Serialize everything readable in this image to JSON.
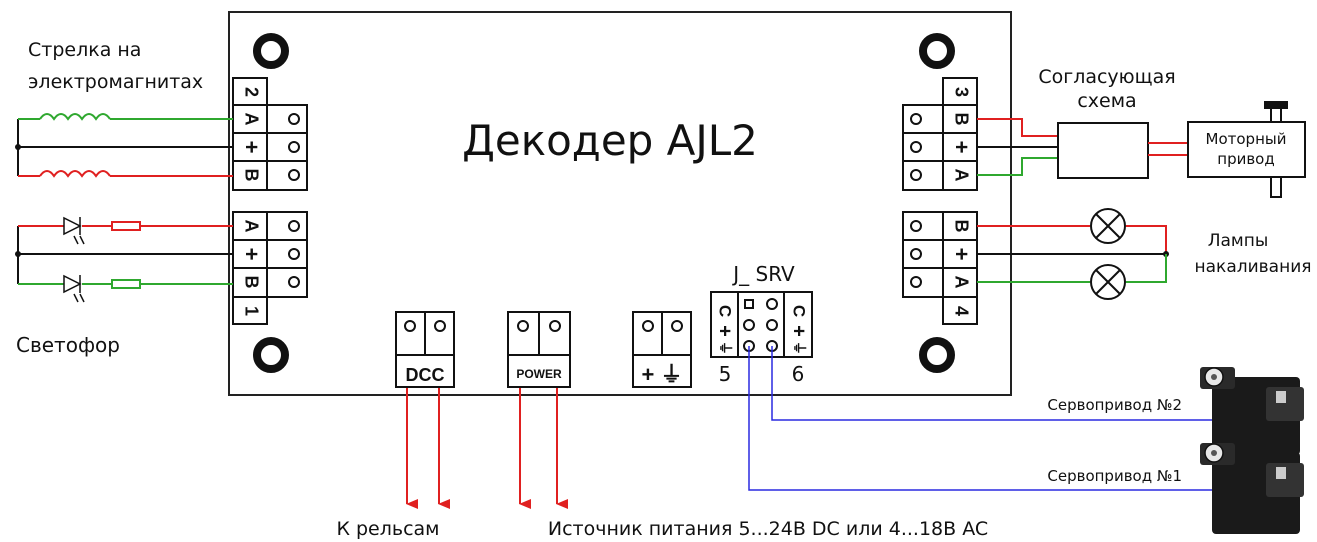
{
  "board": {
    "title": "Декодер AJL2",
    "left_upper_labels": [
      "2",
      "A",
      "+",
      "B"
    ],
    "left_lower_labels": [
      "A",
      "+",
      "B",
      "1"
    ],
    "right_upper_labels": [
      "3",
      "B",
      "+",
      "A"
    ],
    "right_lower_labels": [
      "B",
      "+",
      "A",
      "4"
    ],
    "jsrv_title": "J_ SRV",
    "jsrv_left_num": "5",
    "jsrv_right_num": "6",
    "dcc_label": "DCC",
    "power_label": "POWER",
    "ground_label": "+ ⏚"
  },
  "labels": {
    "point_magnet": "Стрелка на",
    "point_magnet_2": "электромагнитах",
    "traffic_light": "Светофор",
    "matching_circuit": "Согласующая",
    "matching_circuit_2": "схема",
    "motor_drive": "Моторный",
    "motor_drive_2": "привод",
    "lamps": "Лампы",
    "lamps_2": "накаливания",
    "servo2": "Сервопривод №2",
    "servo1": "Сервопривод №1",
    "to_rails": "К рельсам",
    "power_source": "Источник питания 5...24В DC  или  4...18В AC"
  },
  "colors": {
    "red": "#e02020",
    "green": "#2fa82f",
    "blue": "#2a2ae0",
    "black": "#111111"
  }
}
